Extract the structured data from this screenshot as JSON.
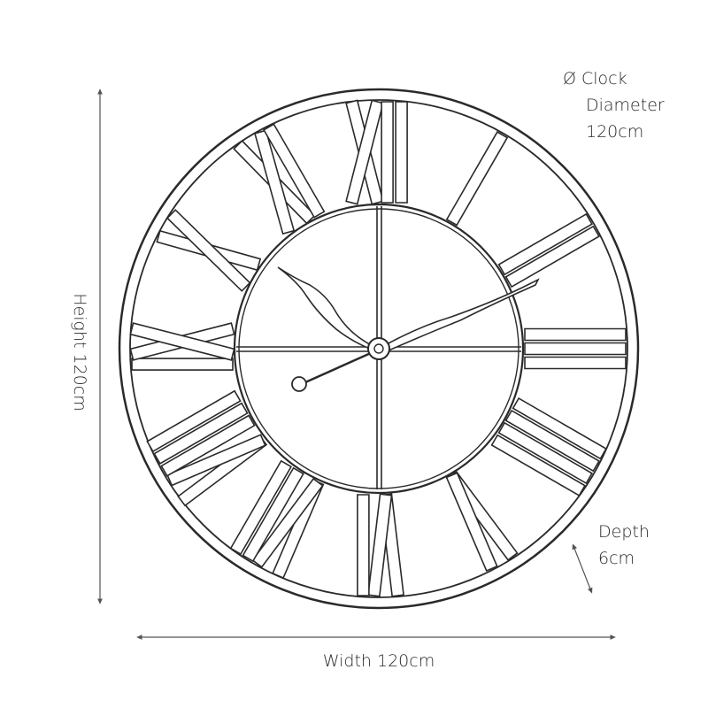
{
  "diameter": {
    "symbol": "Ø",
    "line1": "Clock",
    "line2": "Diameter",
    "line3": "120cm"
  },
  "depth": {
    "line1": "Depth",
    "line2": "6cm"
  },
  "width_label": "Width 120cm",
  "height_label": "Height 120cm",
  "numerals": [
    "XII",
    "I",
    "II",
    "III",
    "IIII",
    "V",
    "VI",
    "VII",
    "VIII",
    "IX",
    "X",
    "XI"
  ],
  "time_shown": "10:10",
  "colors": {
    "line": "#2a2a2a",
    "dimension": "#555555",
    "background": "#ffffff"
  }
}
